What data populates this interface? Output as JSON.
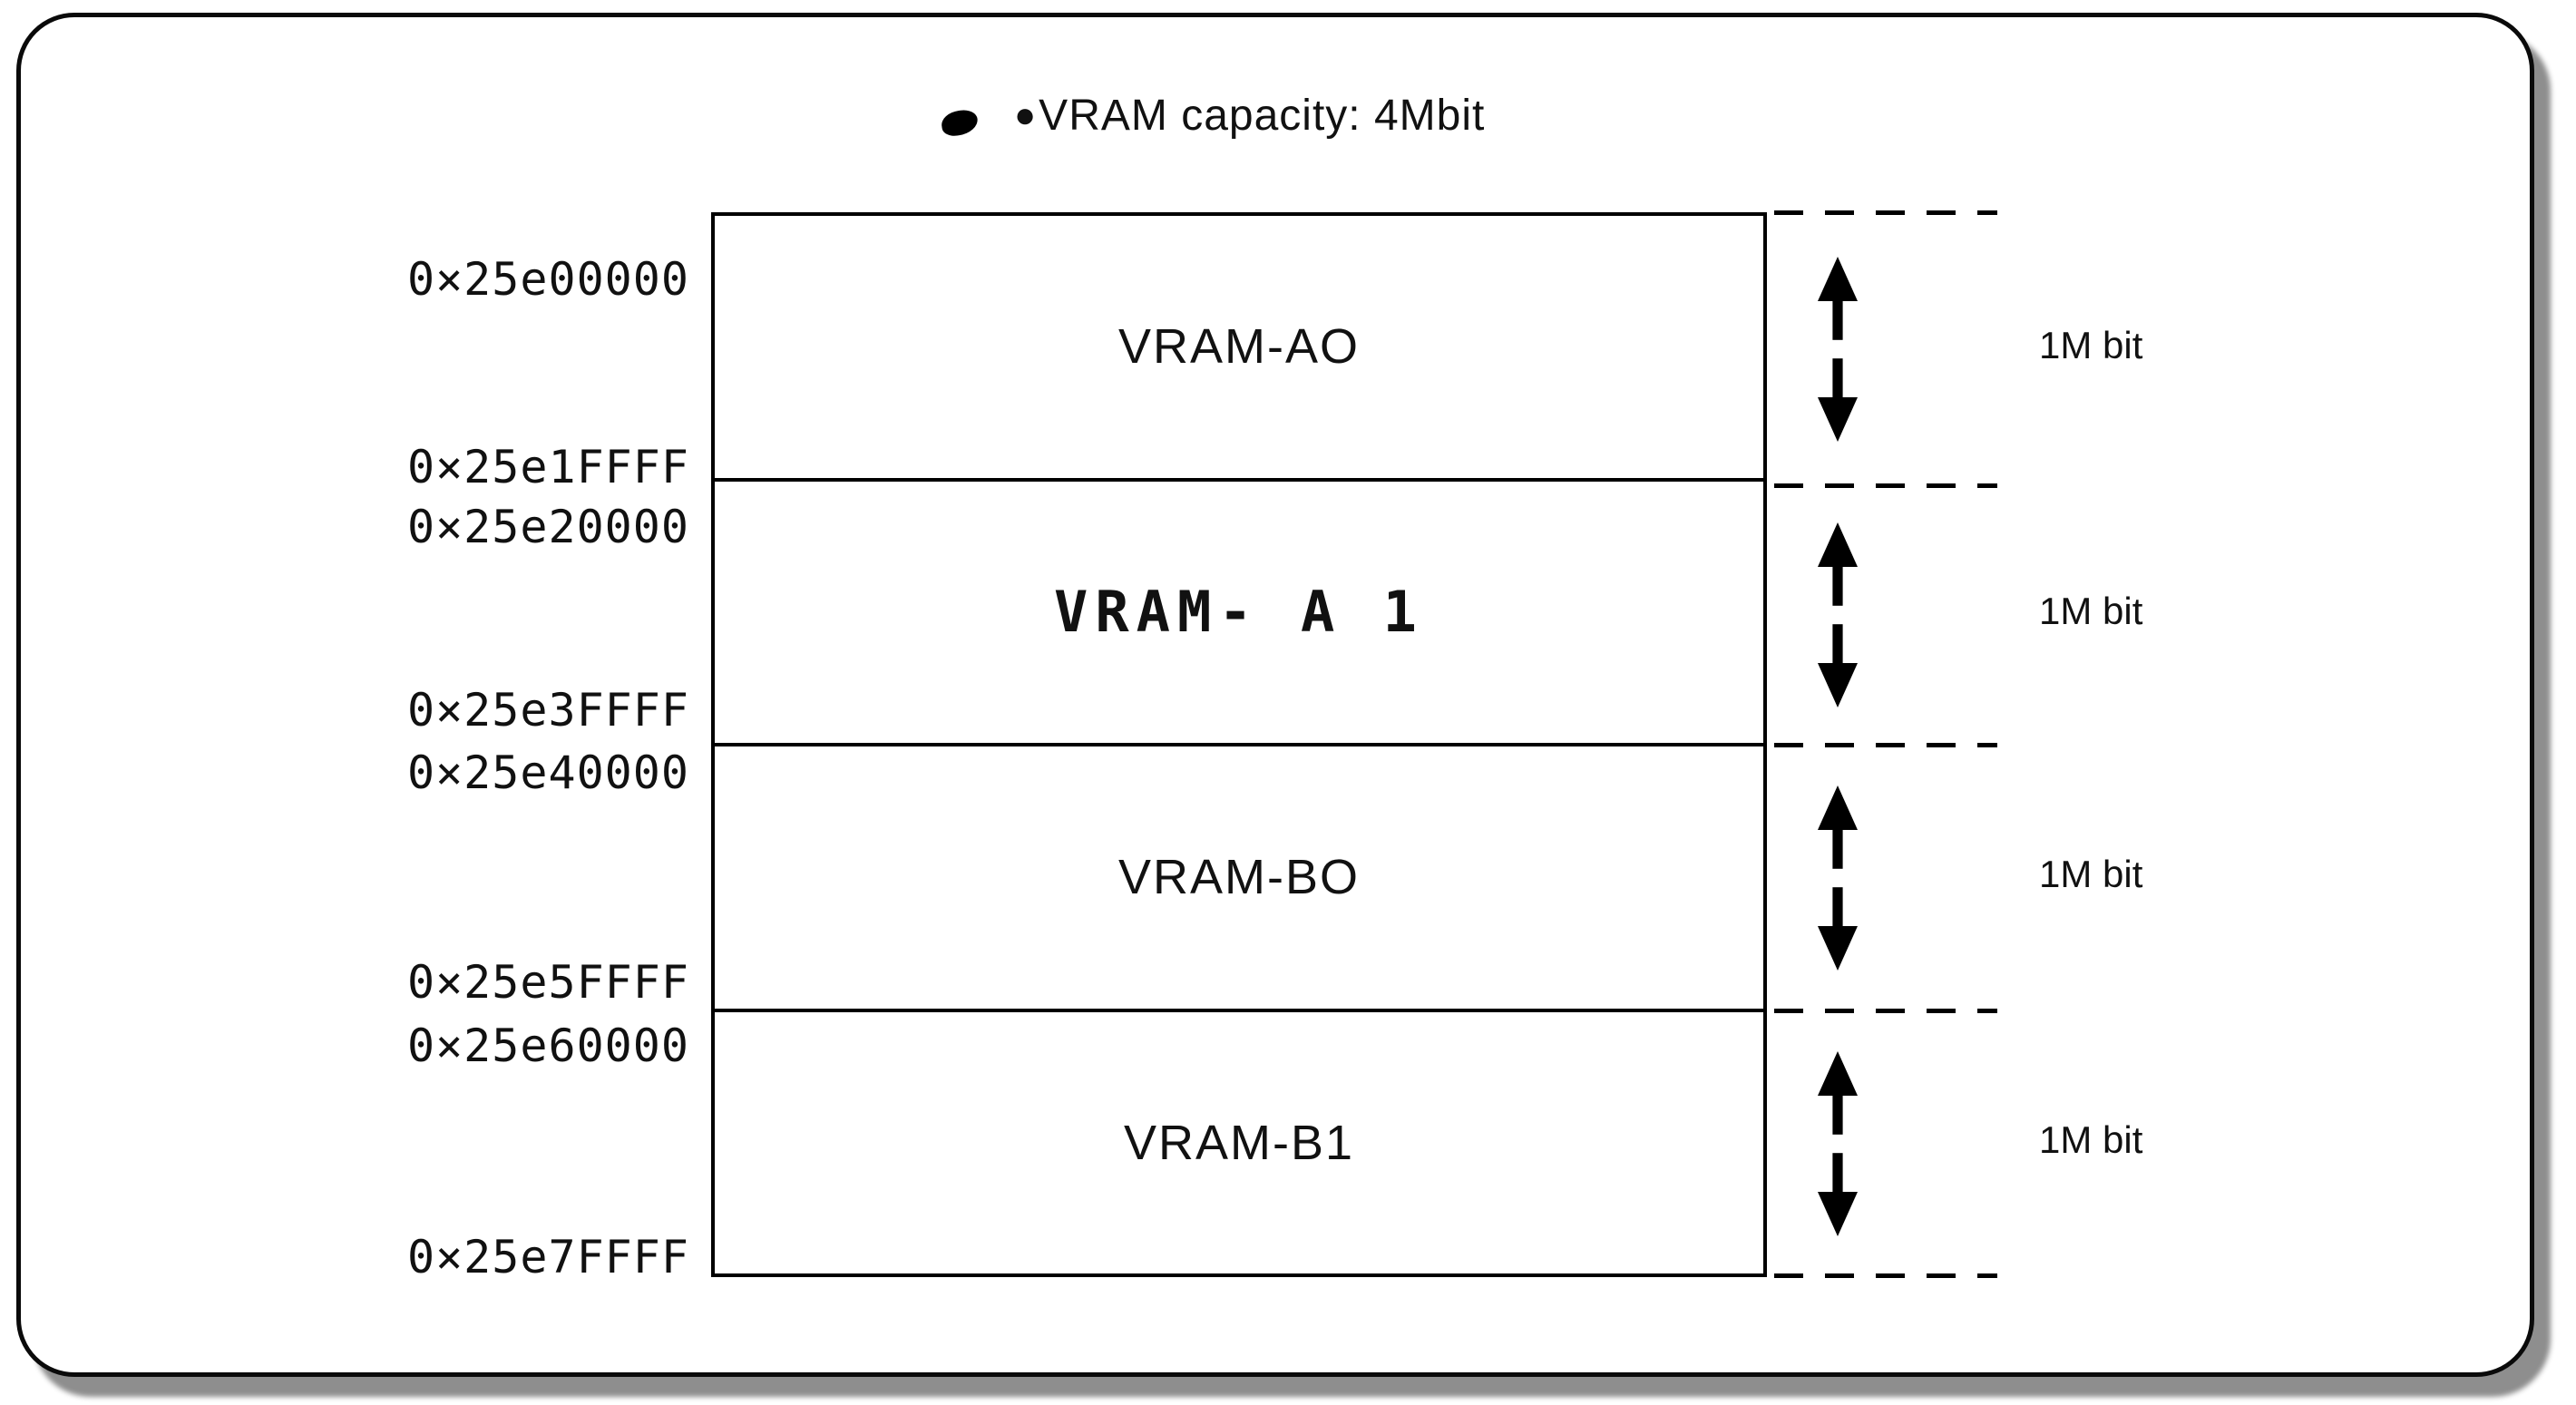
{
  "title": {
    "bullet": "●",
    "text": "VRAM capacity: 4Mbit"
  },
  "diagram": {
    "blocks": [
      {
        "name": "VRAM-AO",
        "start_address": "0×25e00000",
        "end_address": "0×25e1FFFF",
        "size_label": "1M bit"
      },
      {
        "name": "VRAM- A 1",
        "start_address": "0×25e20000",
        "end_address": "0×25e3FFFF",
        "size_label": "1M bit"
      },
      {
        "name": "VRAM-BO",
        "start_address": "0×25e40000",
        "end_address": "0×25e5FFFF",
        "size_label": "1M bit"
      },
      {
        "name": "VRAM-B1",
        "start_address": "0×25e60000",
        "end_address": "0×25e7FFFF",
        "size_label": "1M bit"
      }
    ]
  },
  "colors": {
    "line": "#000000",
    "background": "#ffffff",
    "shadow": "#8e8e8e"
  }
}
